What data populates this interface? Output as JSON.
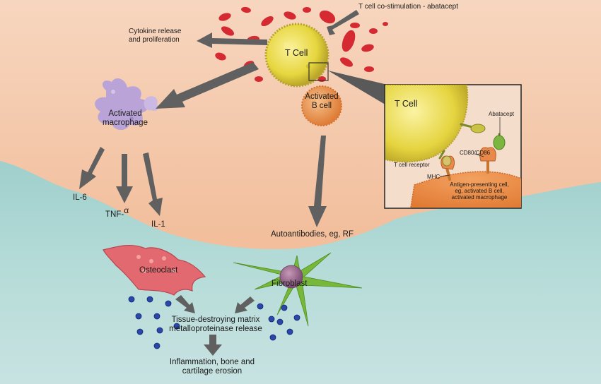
{
  "labels": {
    "costim": "T cell co-stimulation - abatacept",
    "cytokine_line1": "Cytokine release",
    "cytokine_line2": "and proliferation",
    "tcell": "T Cell",
    "bcell_line1": "Activated",
    "bcell_line2": "B cell",
    "macrophage_line1": "Activated",
    "macrophage_line2": "macrophage",
    "il6": "IL-6",
    "tnf_prefix": "TNF-",
    "tnf_greek": "α",
    "il1": "IL-1",
    "autoantibodies": "Autoantibodies, eg, RF",
    "osteoclast": "Osteoclast",
    "fibroblast": "Fibroblast",
    "mmp_line1": "Tissue-destroying matrix",
    "mmp_line2": "metalloproteinase release",
    "erosion_line1": "Inflammation, bone and",
    "erosion_line2": "cartilage erosion"
  },
  "inset": {
    "tcell": "T Cell",
    "abatacept": "Abatacept",
    "cd80": "CD80/CD86",
    "tcr": "T cell receptor",
    "mhc": "MHC",
    "apc_line1": "Antigen-presenting cell,",
    "apc_line2": "eg, activated B cell,",
    "apc_line3": "activated macrophage"
  },
  "colors": {
    "skin": "#f3c4a6",
    "synovium": "#b9dcda",
    "tcell": "#e9dc4a",
    "bcell": "#ec9a55",
    "macrophage": "#b9a6e0",
    "osteoclast": "#e06a6e",
    "fibroblast": "#7dbd3e",
    "rbc": "#d92a35",
    "mmp_dot": "#1f3d9c",
    "arrow": "#5f5f5f"
  }
}
